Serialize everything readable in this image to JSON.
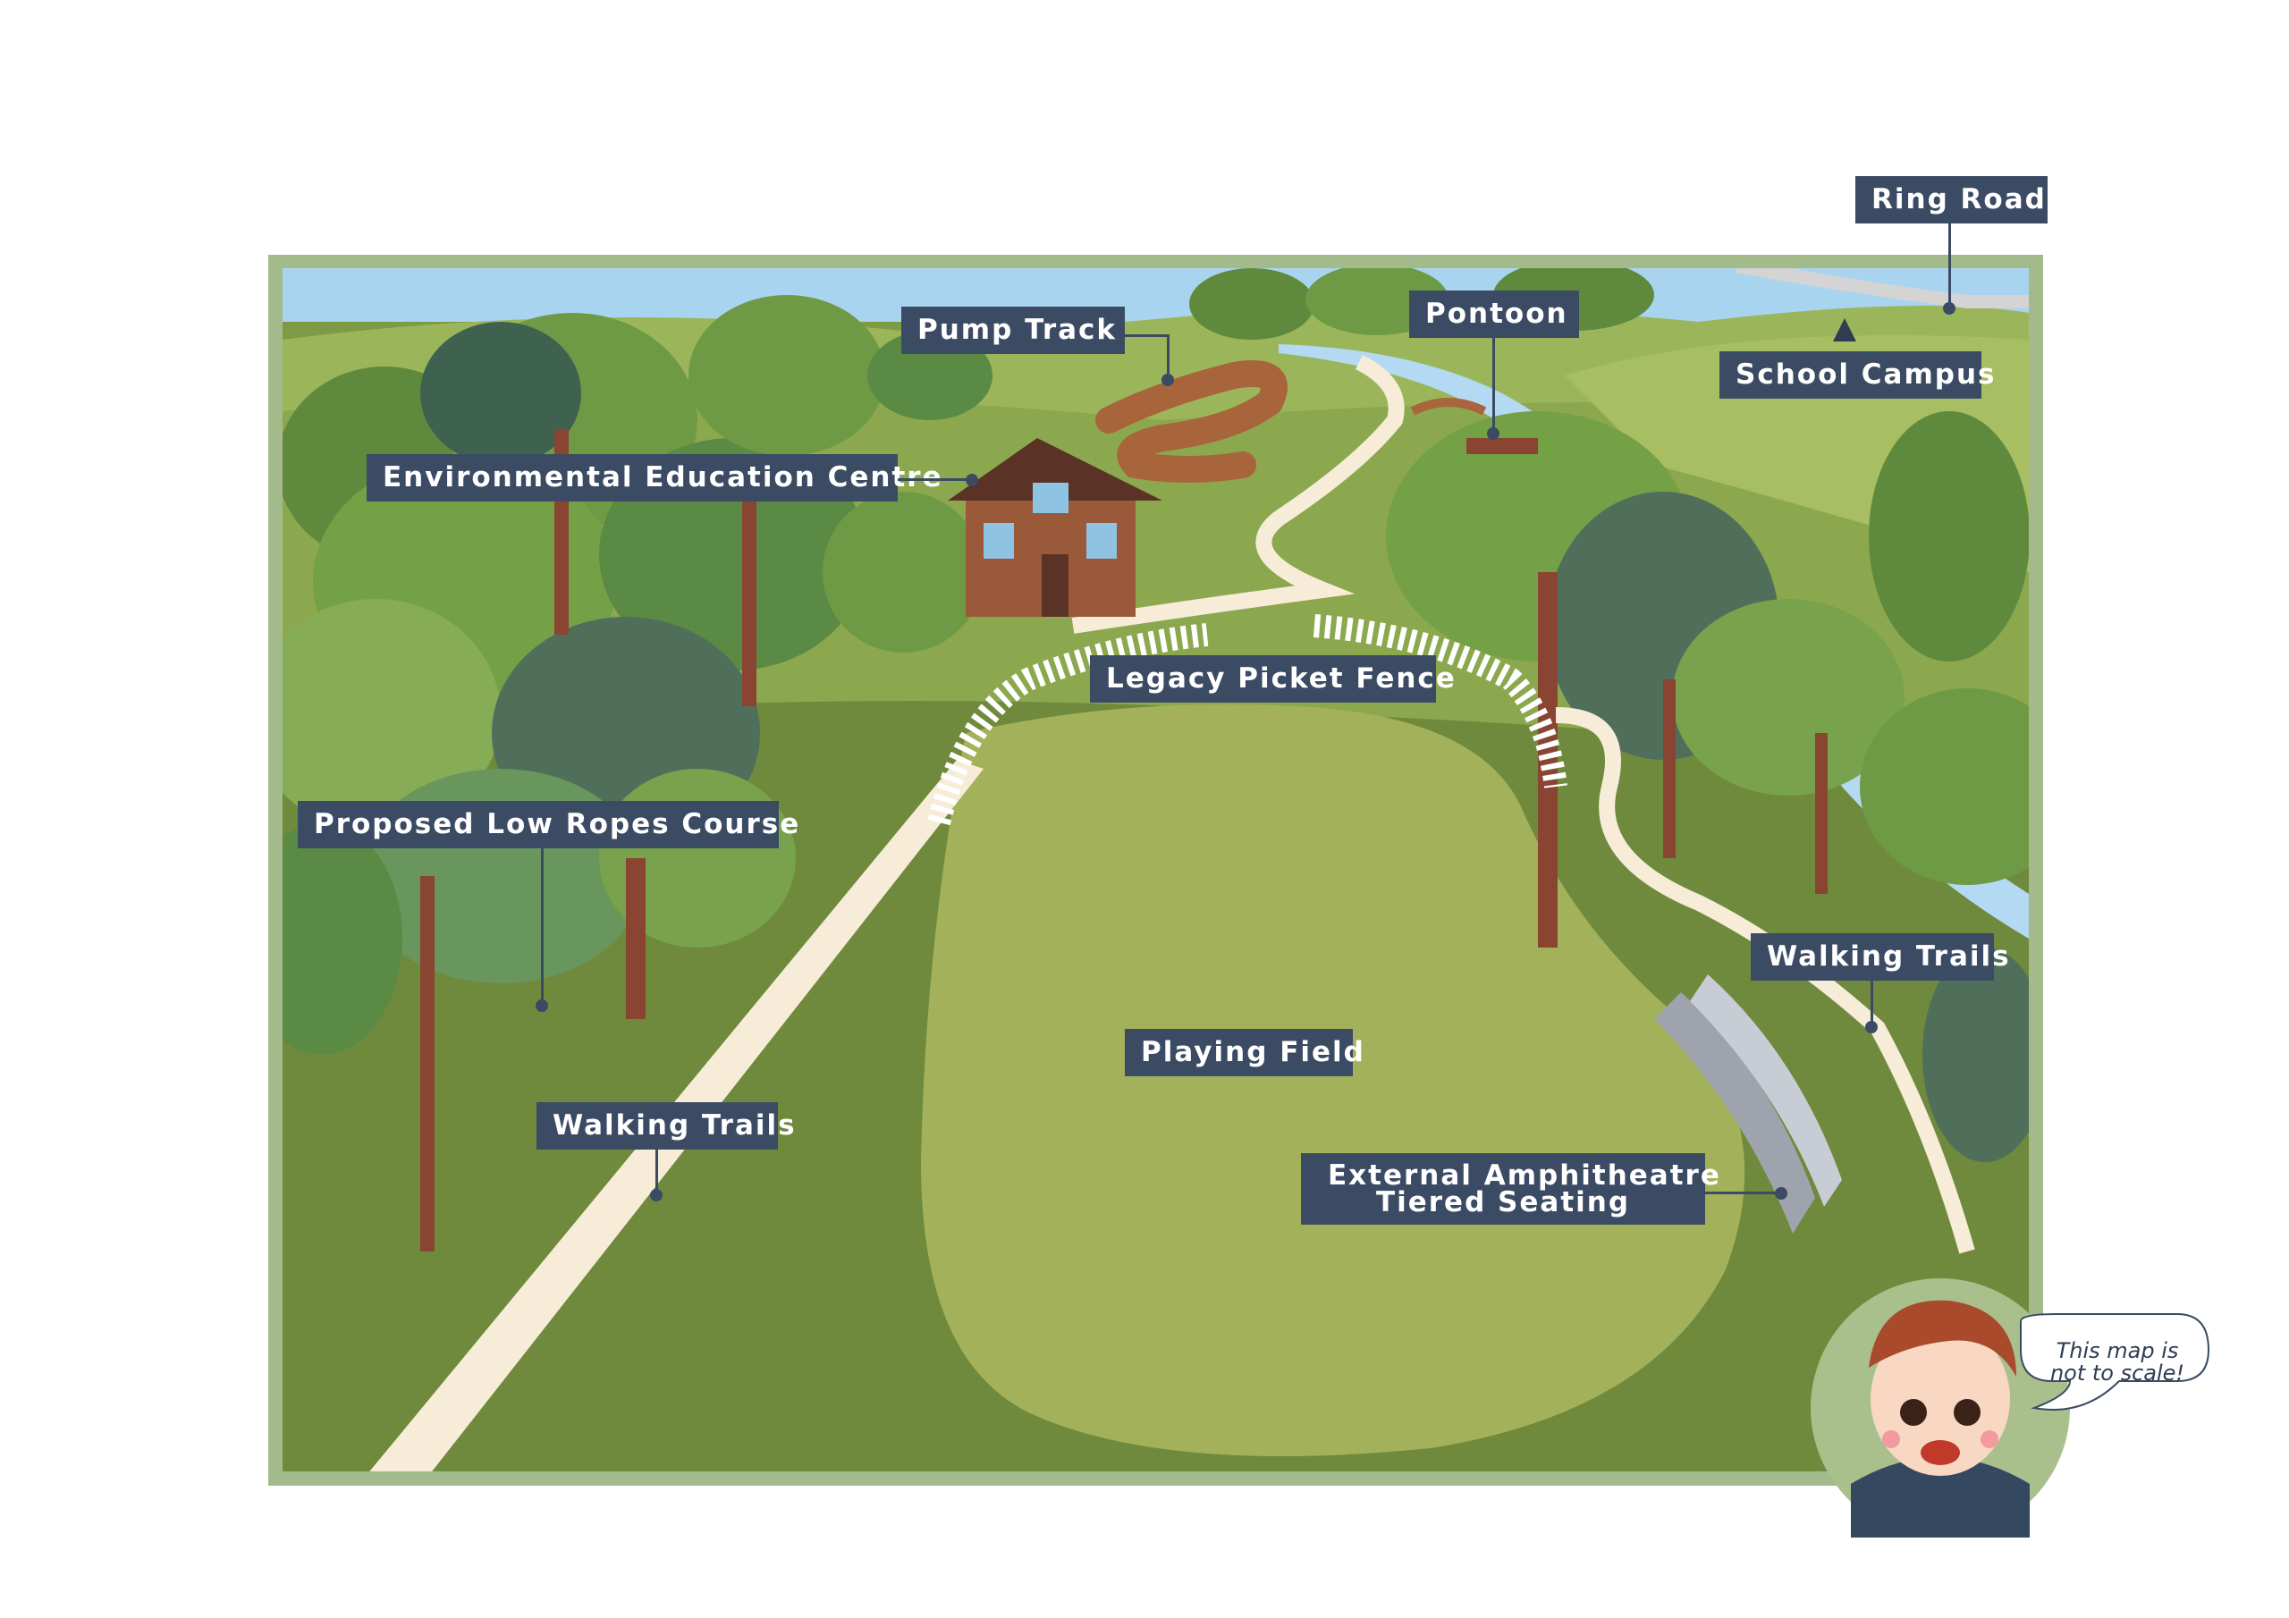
{
  "labels": {
    "ring_road": "Ring Road",
    "pump_track": "Pump Track",
    "pontoon": "Pontoon",
    "school_campus": "School Campus",
    "env_centre": "Environmental Education Centre",
    "picket_fence": "Legacy Picket Fence",
    "low_ropes": "Proposed Low Ropes Course",
    "walking_trails_right": "Walking Trails",
    "playing_field": "Playing Field",
    "walking_trails_left": "Walking Trails",
    "amphitheatre_line1": "External Amphitheatre",
    "amphitheatre_line2": "Tiered Seating"
  },
  "mascot": {
    "speech_line1": "This map is",
    "speech_line2": "not to scale!"
  },
  "colors": {
    "label_bg": "#3b4b64",
    "label_text": "#ffffff",
    "frame": "#a3bb8a",
    "sky": "#a9d4ef",
    "field": "#a3b25a",
    "grass": "#7f9a45",
    "path": "#f6ecd8",
    "tree_trunk": "#8a4432",
    "water": "#b3daf2"
  }
}
